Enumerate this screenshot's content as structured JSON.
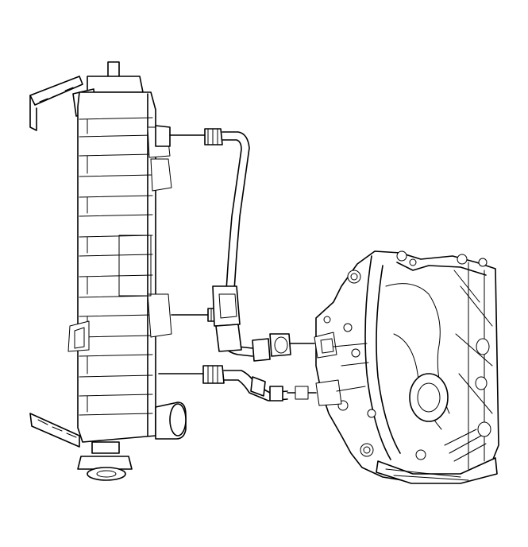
{
  "diagram": {
    "background": "#ffffff",
    "line_color": "#000000",
    "components": {
      "radiator": "radiator-core-with-side-tank",
      "transmission": "automatic-transmission-case",
      "upper_cooler_line": "transmission-cooler-line-upper",
      "lower_cooler_line": "transmission-cooler-line-lower",
      "line_bracket": "cooler-line-retaining-bracket",
      "fittings": [
        "upper-radiator-fitting",
        "middle-radiator-fitting",
        "lower-radiator-fitting",
        "transmission-fitting-upper",
        "transmission-fitting-lower"
      ]
    }
  }
}
